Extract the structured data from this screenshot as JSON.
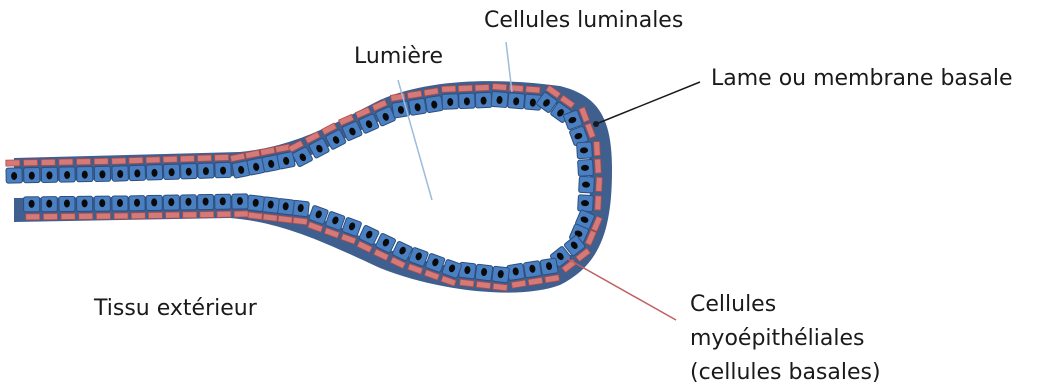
{
  "labels": {
    "luminal_cells": "Cellules luminales",
    "lumen": "Lumière",
    "basement_membrane": "Lame ou membrane basale",
    "outer_tissue": "Tissu extérieur",
    "myoepithelial_line1": "Cellules",
    "myoepithelial_line2": "myoépithéliales",
    "myoepithelial_line3": "(cellules basales)"
  },
  "colors": {
    "membrane": "#3f5f8f",
    "luminal_cell": "#4a7fc1",
    "luminal_cell_border": "#2b4f7f",
    "myoepithelial_cell": "#d47a78",
    "myoepithelial_cell_border": "#b04a48",
    "nucleus": "#0a0a0a",
    "lumen_pointer": "#9cbcdc",
    "myo_pointer": "#c06060",
    "membrane_pointer": "#1a1a1a"
  }
}
